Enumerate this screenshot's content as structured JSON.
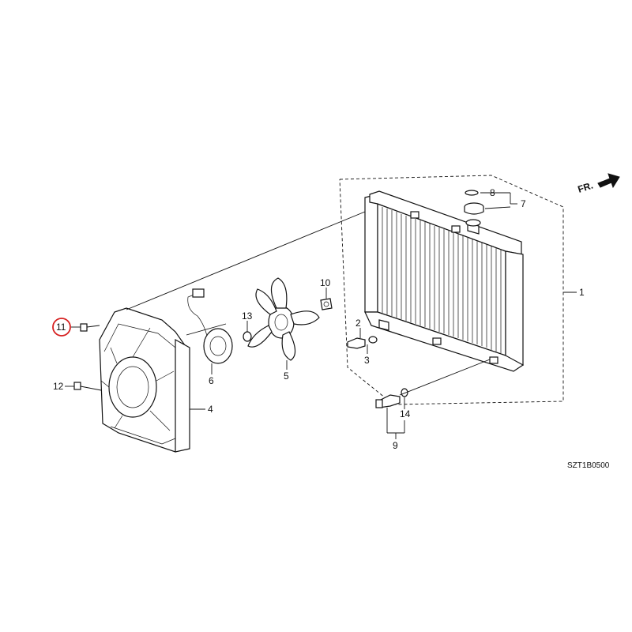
{
  "direction_label": "FR.",
  "diagram_code": "SZT1B0500",
  "callouts": [
    "1",
    "2",
    "3",
    "4",
    "5",
    "6",
    "7",
    "8",
    "9",
    "10",
    "11",
    "12",
    "13",
    "14"
  ],
  "highlighted_callout": "11",
  "highlight_color": "#d62020"
}
